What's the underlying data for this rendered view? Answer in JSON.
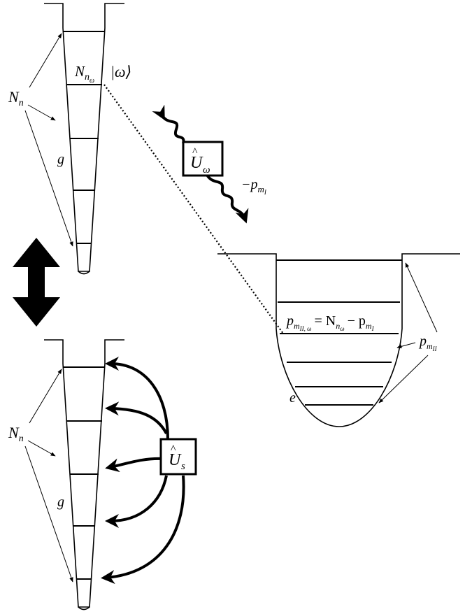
{
  "labels": {
    "N_n": "N",
    "N_n_sub": "n",
    "g": "g",
    "e": "e",
    "N_n_omega": "N",
    "N_n_omega_sub": "n",
    "N_n_omega_subsub": "ω",
    "ket_omega": "|ω⟩",
    "U_omega": "U",
    "U_omega_sub": "ω",
    "U_s": "U",
    "U_s_sub": "s",
    "hat": "^",
    "minus_p_mI": "−p",
    "p_sub_m": "m",
    "p_subsub_I": "I",
    "p_mII": "p",
    "p_subsub_II": "II",
    "p_mII_omega": "p",
    "p_subsub_II_omega": "II, ω",
    "equals": "= N",
    "minus_p": "− p"
  }
}
